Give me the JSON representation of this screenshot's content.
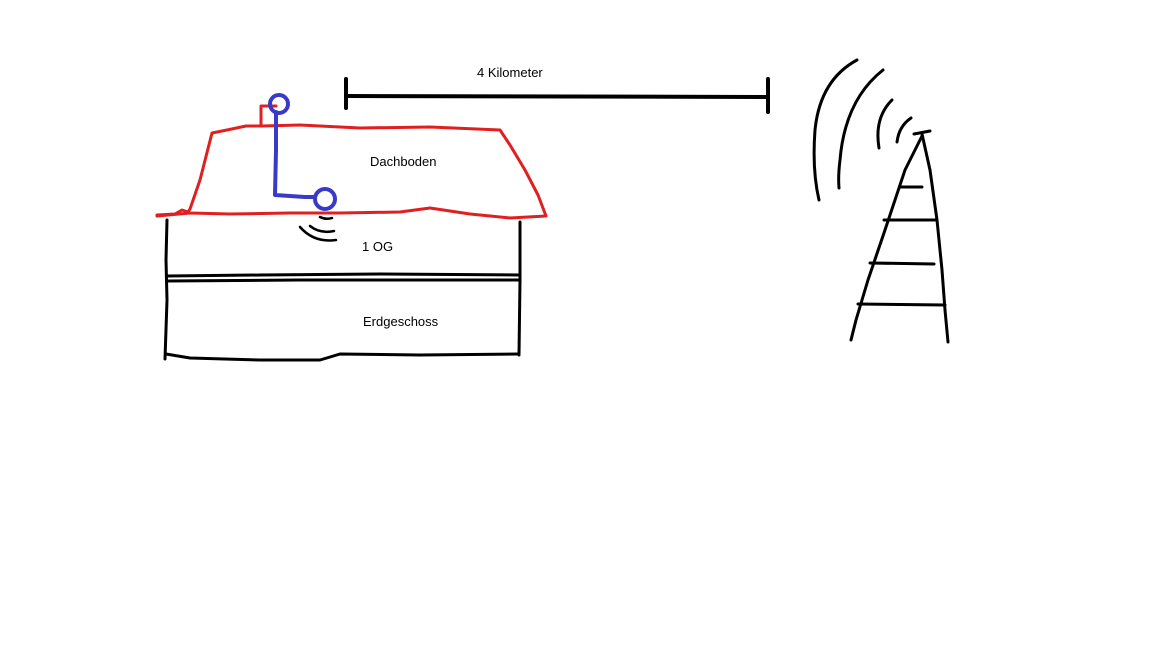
{
  "labels": {
    "distance": "4 Kilometer",
    "attic": "Dachboden",
    "first_floor": "1 OG",
    "ground_floor": "Erdgeschoss"
  },
  "colors": {
    "roof": "#e02020",
    "antenna": "#3a3ac8",
    "ink": "#000000",
    "background": "#ffffff"
  }
}
